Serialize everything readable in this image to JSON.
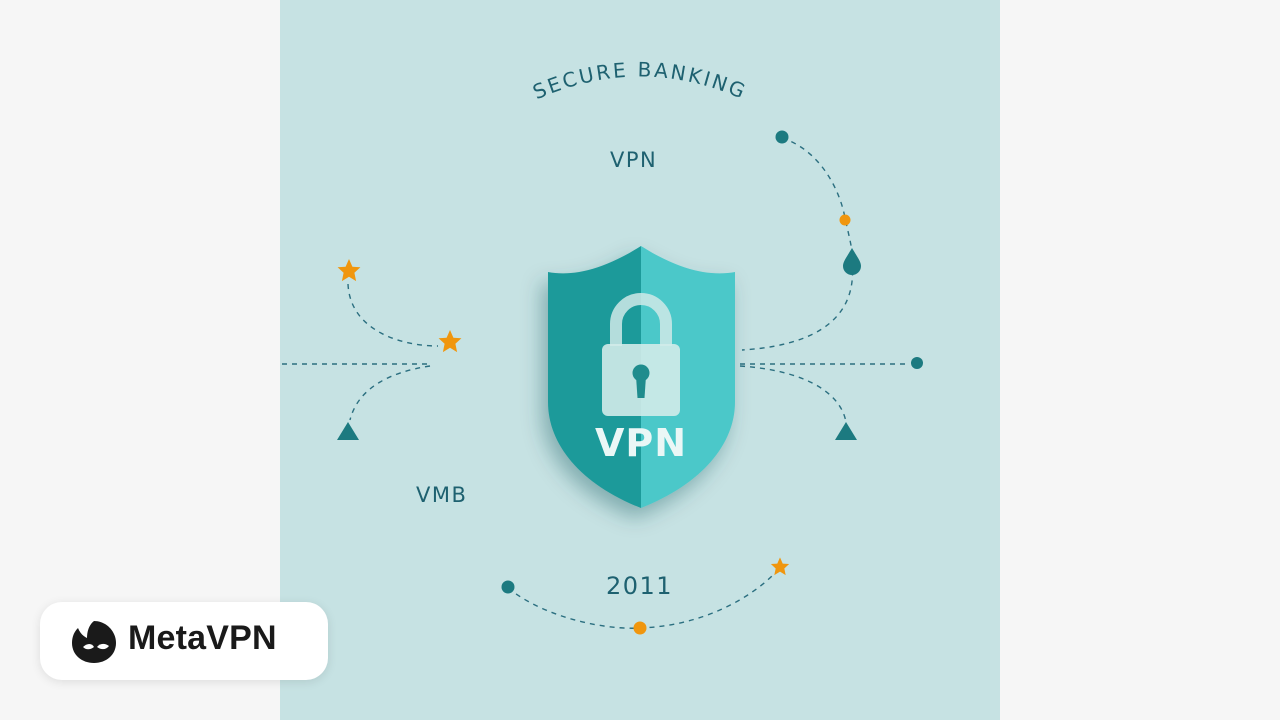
{
  "image": {
    "curved_title": "SECURE BANKING",
    "labels": {
      "top": "VPN",
      "left": "VMB",
      "bottom": "2011"
    },
    "shield_text": "VPN"
  },
  "brand": {
    "name": "MetaVPN"
  },
  "colors": {
    "background": "#c6e2e3",
    "text": "#1e6170",
    "shield_dark": "#1c9a9a",
    "shield_light": "#4cc8c9",
    "accent_orange": "#f0960e",
    "teal_dot": "#1c7a80"
  }
}
